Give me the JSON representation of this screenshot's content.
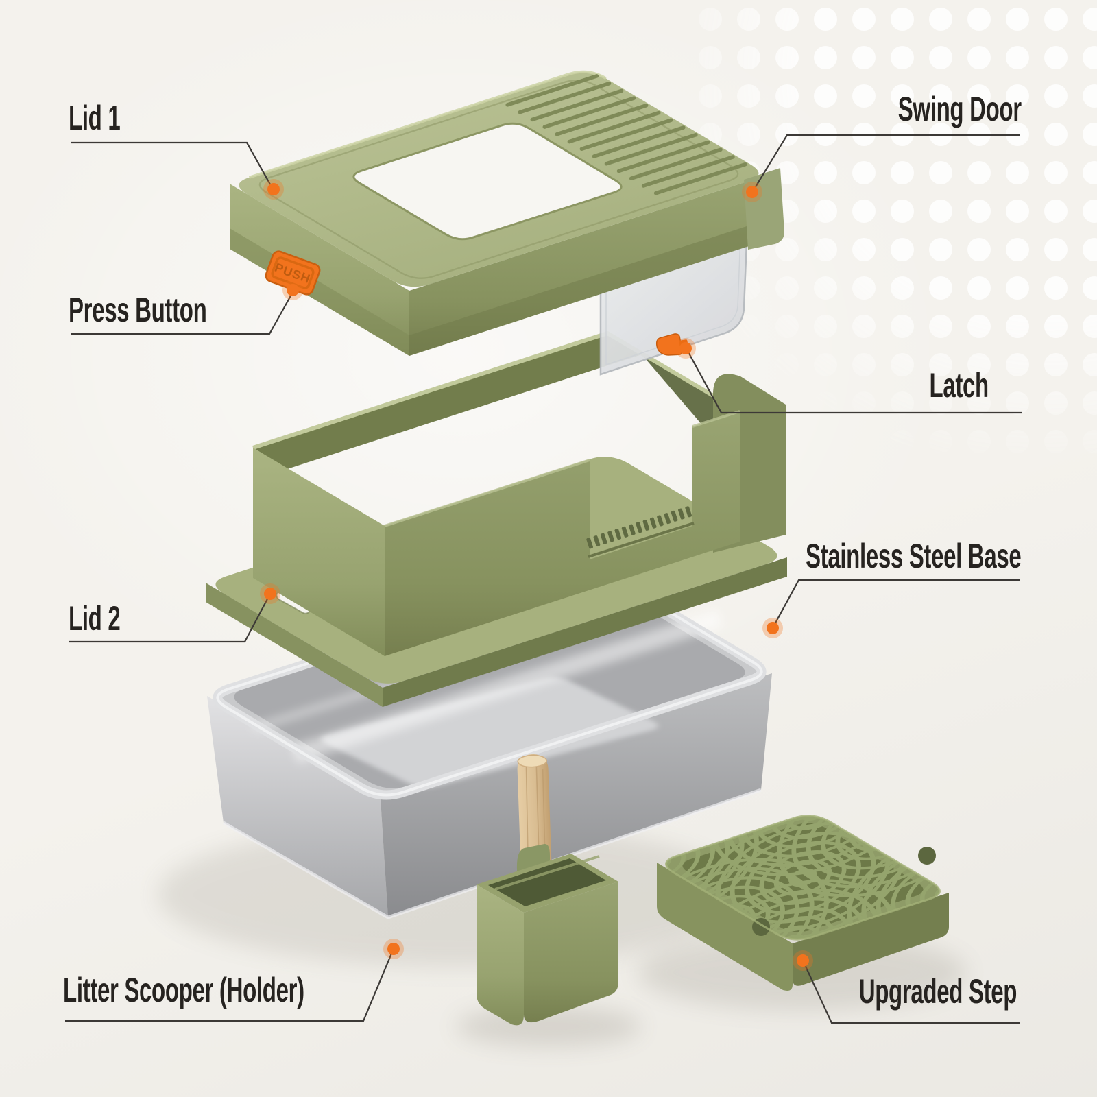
{
  "diagram": {
    "type": "product-exploded-view",
    "subject": "hooded cat litter box with stainless steel base, litter scooper and step platform"
  },
  "labels": {
    "lid1": {
      "text": "Lid 1"
    },
    "swing_door": {
      "text": "Swing Door"
    },
    "press_button": {
      "text": "Press Button"
    },
    "latch": {
      "text": "Latch"
    },
    "lid2": {
      "text": "Lid 2"
    },
    "stainless_base": {
      "text": "Stainless Steel Base"
    },
    "scooper": {
      "text": "Litter Scooper (Holder)"
    },
    "step": {
      "text": "Upgraded Step"
    }
  },
  "push_button": {
    "text": "PUSH"
  },
  "parts_shown": [
    "lid-1-top-cover-with-vent-ribs-and-opening",
    "swing-door-transparent-panel",
    "press-button-orange",
    "latch-orange-clip",
    "lid-2-middle-collar-with-comb-teeth-and-handle-slot",
    "stainless-steel-base-pan",
    "litter-scooper-with-wood-handle-in-green-holder",
    "upgraded-step-green-grate-platform"
  ],
  "colors": {
    "background": "#f4f2ed",
    "label_text": "#262320",
    "leader_line": "#3c3936",
    "accent_orange": "#f2731d",
    "product_green_light": "#b6be92",
    "product_green": "#a3ad7d",
    "product_green_dark": "#77814f",
    "steel_gray": "#c8c9cb",
    "wood_tan": "#d9bd92",
    "dot_pattern": "#ffffff"
  }
}
